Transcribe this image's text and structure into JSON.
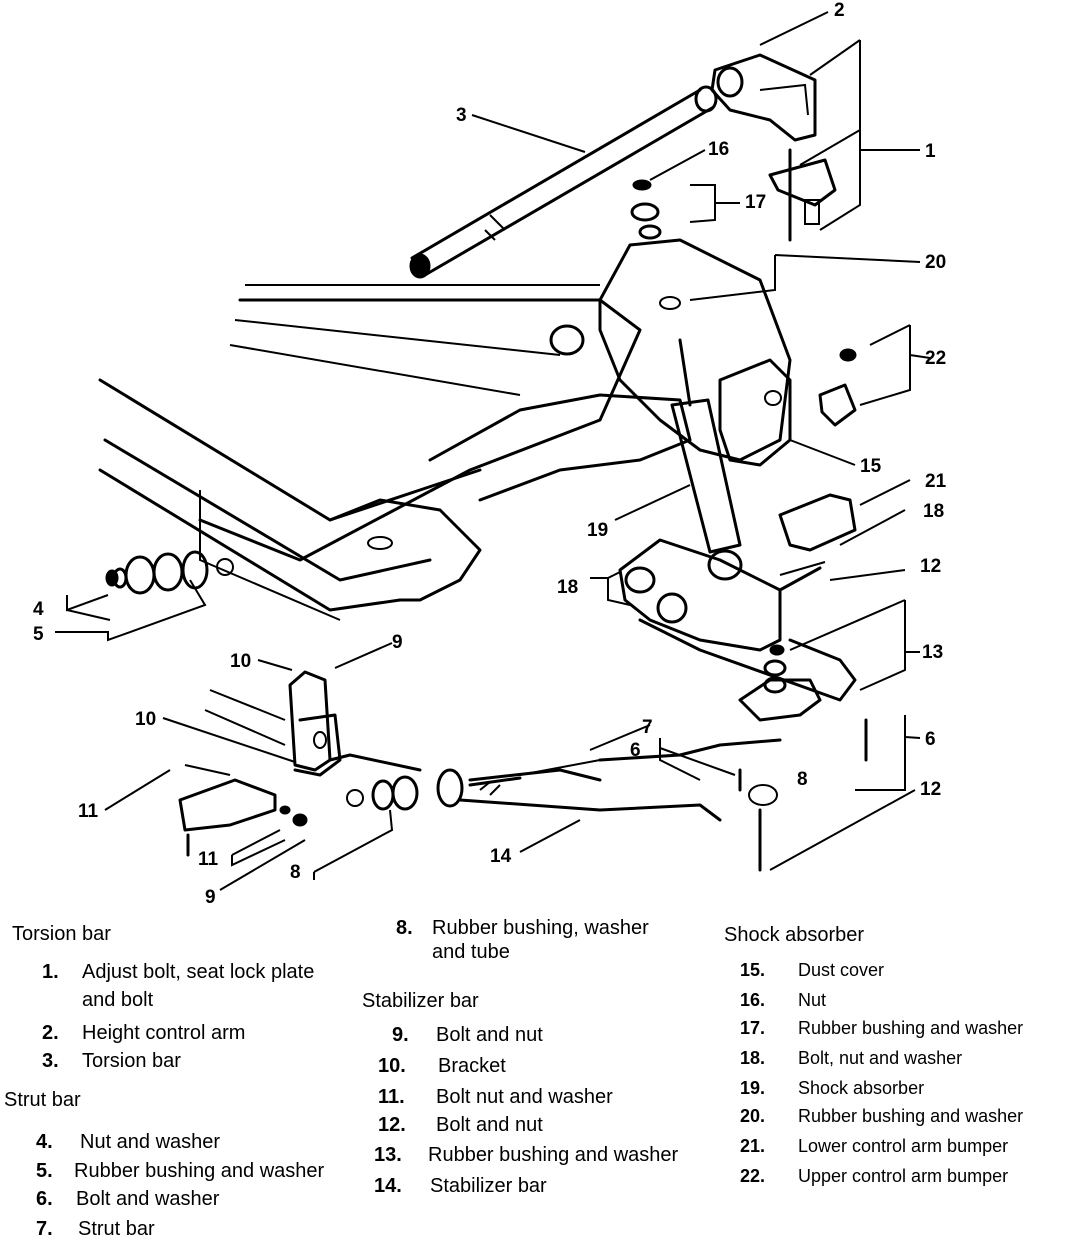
{
  "callouts": [
    "1",
    "2",
    "3",
    "4",
    "5",
    "6",
    "6",
    "7",
    "8",
    "8",
    "9",
    "9",
    "10",
    "10",
    "11",
    "11",
    "12",
    "12",
    "13",
    "14",
    "15",
    "16",
    "17",
    "18",
    "18",
    "19",
    "20",
    "21",
    "22"
  ],
  "legend": {
    "groups": [
      {
        "title": "Torsion bar",
        "items": [
          {
            "num": "1.",
            "text": "Adjust bolt, seat lock plate"
          },
          {
            "num": "",
            "text": "and bolt"
          },
          {
            "num": "2.",
            "text": "Height control arm"
          },
          {
            "num": "3.",
            "text": "Torsion bar"
          }
        ]
      },
      {
        "title": "Strut bar",
        "items": [
          {
            "num": "4.",
            "text": "Nut and washer"
          },
          {
            "num": "5.",
            "text": "Rubber bushing and washer"
          },
          {
            "num": "6.",
            "text": "Bolt and washer"
          },
          {
            "num": "7.",
            "text": "Strut bar"
          }
        ]
      },
      {
        "title": "",
        "items": [
          {
            "num": "8.",
            "text": "Rubber bushing, washer"
          },
          {
            "num": "",
            "text": "and tube"
          }
        ]
      },
      {
        "title": "Stabilizer bar",
        "items": [
          {
            "num": "9.",
            "text": "Bolt and nut"
          },
          {
            "num": "10.",
            "text": "Bracket"
          },
          {
            "num": "11.",
            "text": "Bolt nut and washer"
          },
          {
            "num": "12.",
            "text": "Bolt and nut"
          },
          {
            "num": "13.",
            "text": "Rubber bushing and washer"
          },
          {
            "num": "14.",
            "text": "Stabilizer bar"
          }
        ]
      },
      {
        "title": "Shock absorber",
        "items": [
          {
            "num": "15.",
            "text": "Dust cover"
          },
          {
            "num": "16.",
            "text": "Nut"
          },
          {
            "num": "17.",
            "text": "Rubber bushing and washer"
          },
          {
            "num": "18.",
            "text": "Bolt, nut and washer"
          },
          {
            "num": "19.",
            "text": "Shock absorber"
          },
          {
            "num": "20.",
            "text": "Rubber bushing and washer"
          },
          {
            "num": "21.",
            "text": "Lower control arm bumper"
          },
          {
            "num": "22.",
            "text": "Upper control arm bumper"
          }
        ]
      }
    ]
  }
}
